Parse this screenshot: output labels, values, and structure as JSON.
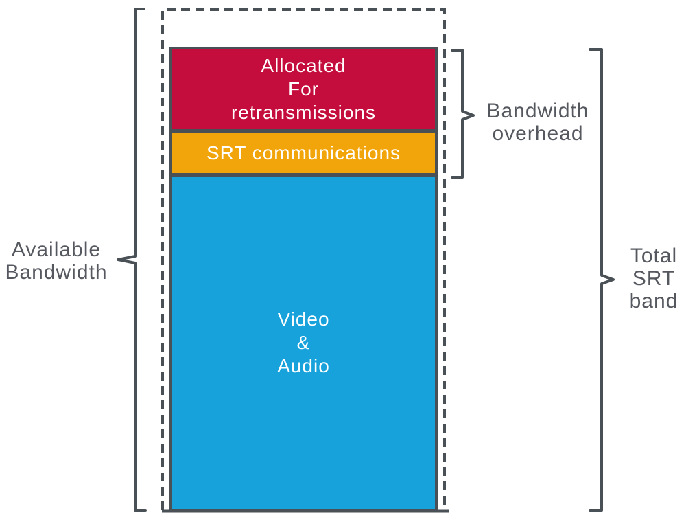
{
  "colors": {
    "outline": "#4a5156",
    "label_text": "#55585f",
    "segment_text": "#ffffff",
    "retransmissions_red": "#c40d3c",
    "srt_orange": "#f2a50b",
    "video_audio_blue": "#17a2db"
  },
  "bar": {
    "segments": [
      {
        "name": "allocated-for-retransmissions",
        "lines": [
          "Allocated",
          "For",
          "retransmissions"
        ]
      },
      {
        "name": "srt-communications",
        "lines": [
          "SRT communications"
        ]
      },
      {
        "name": "video-and-audio",
        "lines": [
          "Video",
          "&",
          "Audio"
        ]
      }
    ]
  },
  "labels": {
    "available_bandwidth": [
      "Available",
      "Bandwidth"
    ],
    "bandwidth_overhead": [
      "Bandwidth",
      "overhead"
    ],
    "total_srt_band": [
      "Total",
      "SRT",
      "band"
    ]
  }
}
